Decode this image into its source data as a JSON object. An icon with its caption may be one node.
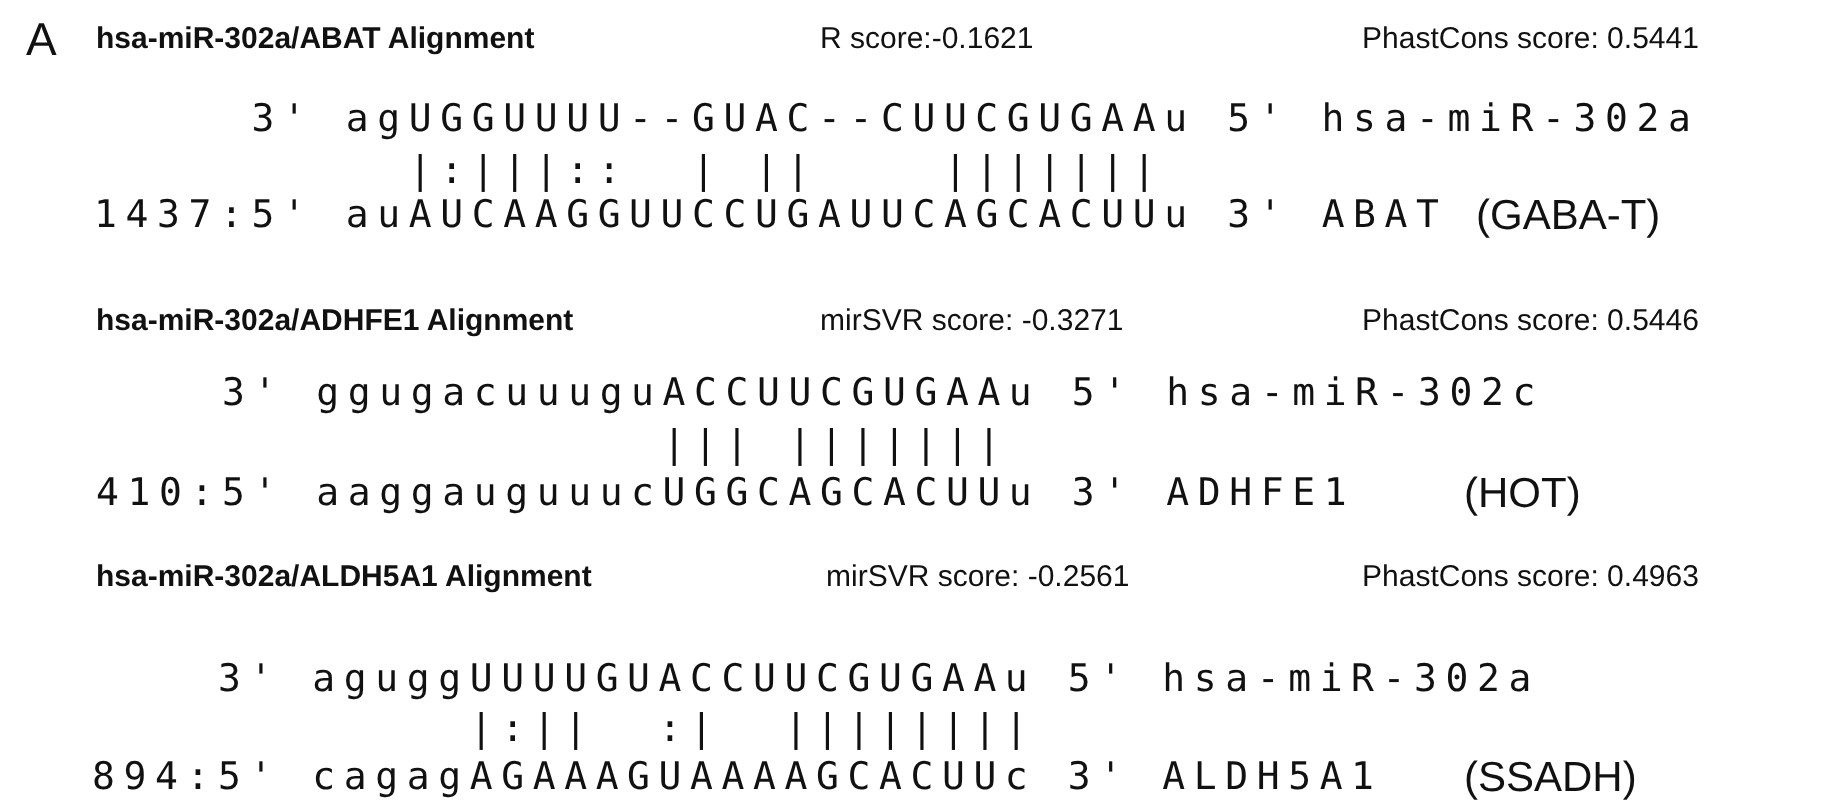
{
  "diagram": {
    "labels": [
      "A",
      "hsa-miR-302a/ABAT Alignment",
      "R score:-0.1621",
      "PhastCons score: 0.5441",
      "3' agUGGUUUU--GUAC--CUUCGUGAAu 5' hsa-miR-302a",
      "|:|||::  | ||    |||||||",
      "1437:5' auAUCAAGGUUCCUGAUUCAGCACUUu 3' ABAT",
      "(GABA-T)",
      "hsa-miR-302a/ADHFE1 Alignment",
      "mirSVR score: -0.3271",
      "PhastCons score: 0.5446",
      "3' ggugacuuuguACCUUCGUGAAu 5' hsa-miR-302c",
      "||| |||||||",
      "410:5' aaggauguuucUGGCAGCACUUu 3' ADHFE1",
      "(HOT)",
      "hsa-miR-302a/ALDH5A1 Alignment",
      "mirSVR score: -0.2561",
      "PhastCons score: 0.4963",
      "3' aguggUUUUGUACCUUCGUGAAu 5' hsa-miR-302a",
      "|:||  :|  ||||||||",
      "894:5' cagagAGAAAGUAAAAGCACUUc 3' ALDH5A1",
      "(SSADH)"
    ]
  }
}
